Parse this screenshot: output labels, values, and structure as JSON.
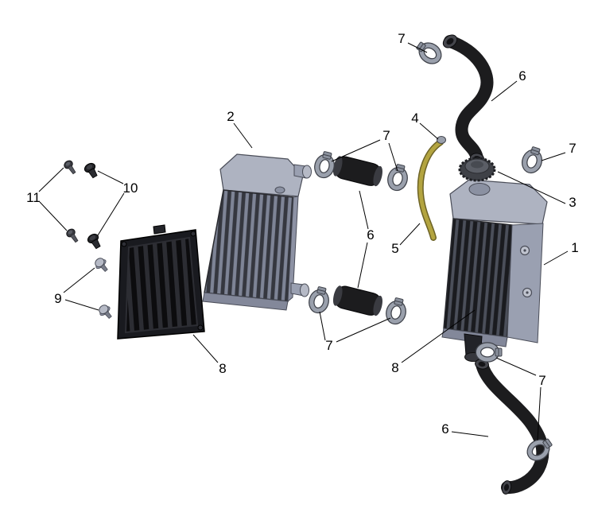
{
  "diagram": {
    "colors": {
      "background": "#ffffff",
      "radiator_tank": "#aeb3c1",
      "radiator_side": "#9aa0b1",
      "fins_light_ridge": "#7e8496",
      "fins_dark_ridge": "#4b4f5a",
      "guard": "#191a1f",
      "hose": "#1c1c1e",
      "overflow_hose": "#b3a440",
      "clamp": "#9aa0ac",
      "leader_line": "#000000",
      "label_text": "#000000"
    },
    "callouts": [
      {
        "label": "7",
        "ref": "clamp-upper-hose-top"
      },
      {
        "label": "6",
        "ref": "upper-radiator-hose"
      },
      {
        "label": "7",
        "ref": "clamp-upper-hose-bottom"
      },
      {
        "label": "4",
        "ref": "overflow-hose-upper-end"
      },
      {
        "label": "3",
        "ref": "radiator-cap"
      },
      {
        "label": "1",
        "ref": "radiator-right"
      },
      {
        "label": "5",
        "ref": "overflow-hose"
      },
      {
        "label": "2",
        "ref": "radiator-left"
      },
      {
        "label": "7",
        "ref": "clamps-crossover-upper"
      },
      {
        "label": "6",
        "ref": "crossover-hoses"
      },
      {
        "label": "7",
        "ref": "clamps-crossover-lower"
      },
      {
        "label": "10",
        "ref": "well-nuts"
      },
      {
        "label": "11",
        "ref": "guard-screws"
      },
      {
        "label": "9",
        "ref": "mounting-bolts"
      },
      {
        "label": "8",
        "ref": "radiator-guard-left"
      },
      {
        "label": "8",
        "ref": "radiator-guard-right"
      },
      {
        "label": "7",
        "ref": "clamps-lower-hose"
      },
      {
        "label": "6",
        "ref": "lower-radiator-hose"
      }
    ]
  }
}
